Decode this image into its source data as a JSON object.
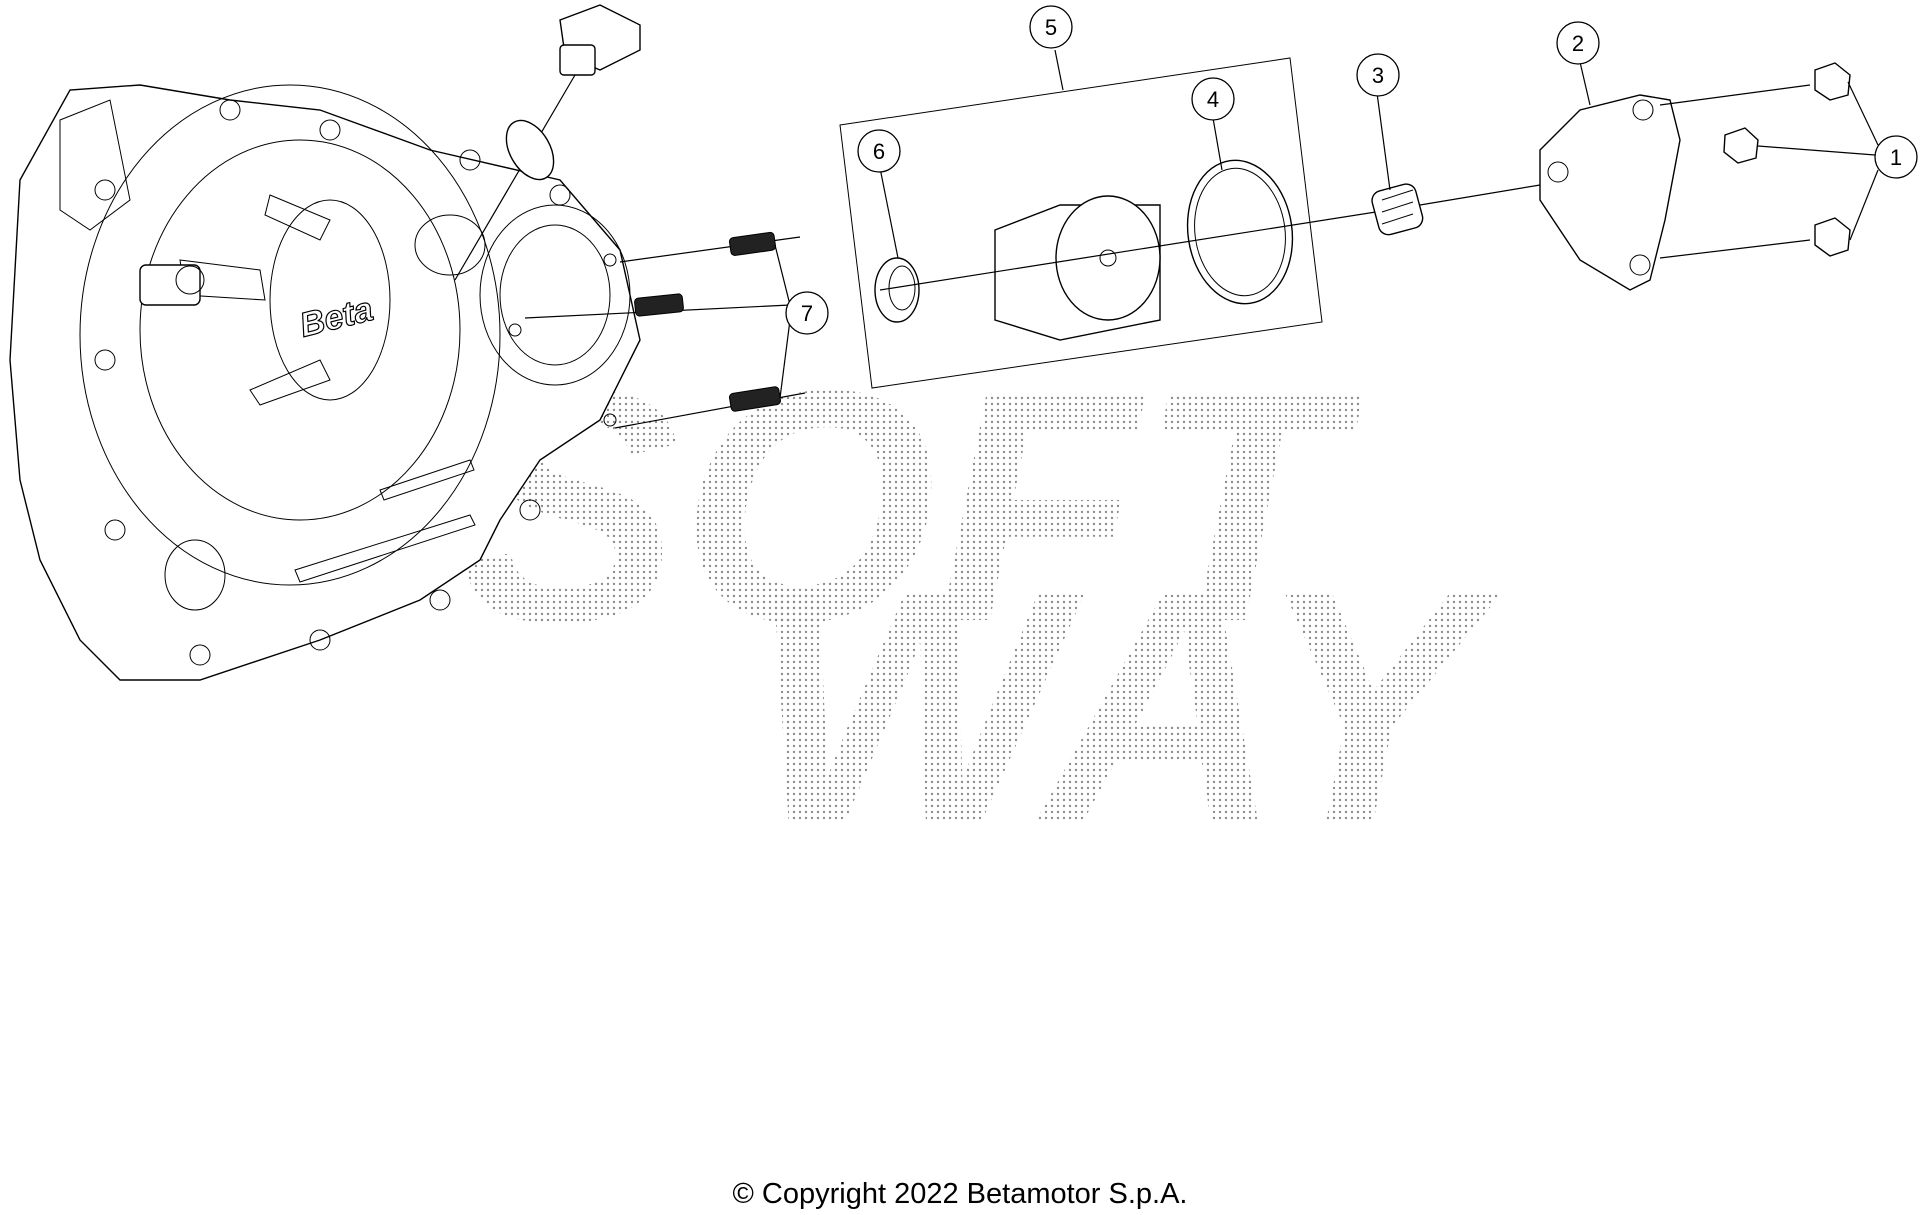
{
  "diagram": {
    "callouts": [
      {
        "id": "callout-1",
        "label": "1"
      },
      {
        "id": "callout-2",
        "label": "2"
      },
      {
        "id": "callout-3",
        "label": "3"
      },
      {
        "id": "callout-4",
        "label": "4"
      },
      {
        "id": "callout-5",
        "label": "5"
      },
      {
        "id": "callout-6",
        "label": "6"
      },
      {
        "id": "callout-7",
        "label": "7"
      }
    ],
    "cover_logo": "Beta",
    "watermark": [
      "SOFT",
      "WAY"
    ]
  },
  "footer": {
    "copyright": "© Copyright 2022 Betamotor S.p.A."
  }
}
